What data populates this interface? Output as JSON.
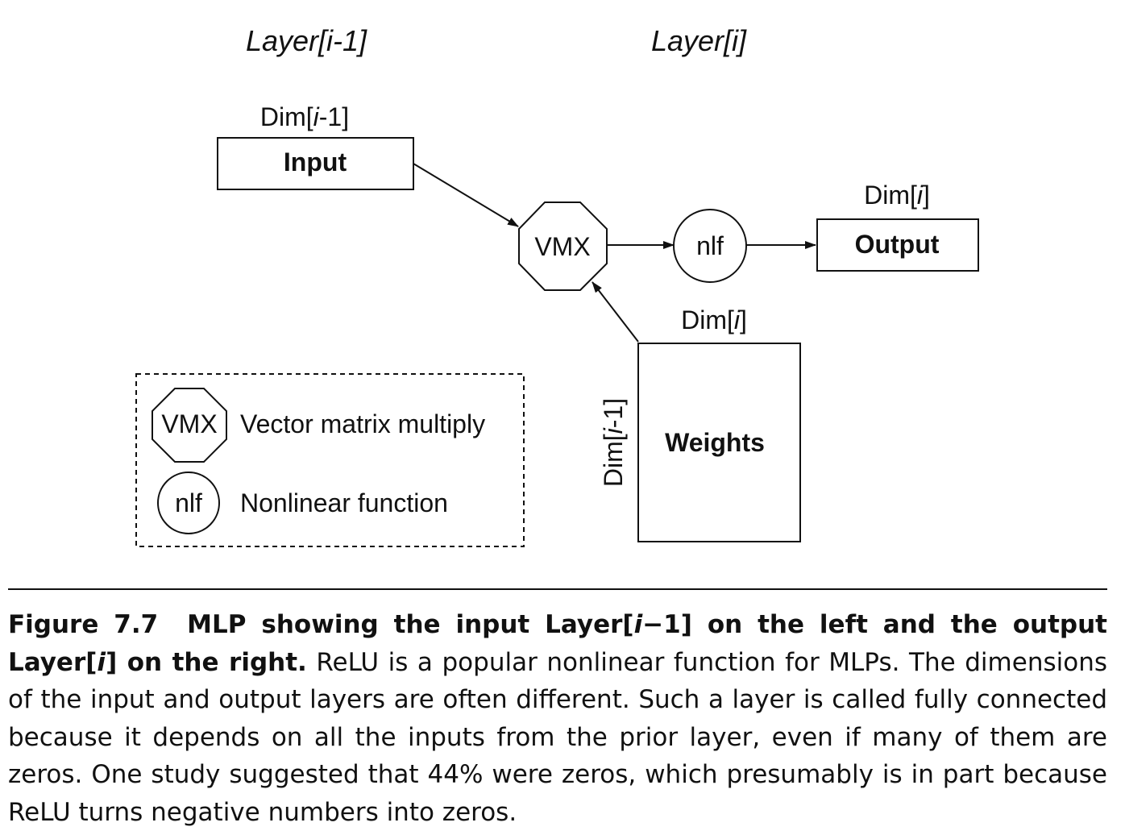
{
  "diagram": {
    "layer_left": "Layer[i-1]",
    "layer_right": "Layer[i]",
    "input": {
      "dim": [
        "Dim[",
        "i",
        "-1]"
      ],
      "label": "Input"
    },
    "vmx": {
      "label": "VMX"
    },
    "nlf": {
      "label": "nlf"
    },
    "output": {
      "dim": [
        "Dim[",
        "i",
        "]"
      ],
      "label": "Output"
    },
    "weights": {
      "dim_top": [
        "Dim[",
        "i",
        "]"
      ],
      "dim_side": [
        "Dim[",
        "i",
        "-1]"
      ],
      "label": "Weights"
    },
    "legend": [
      {
        "symbol": "VMX",
        "text": "Vector matrix multiply"
      },
      {
        "symbol": "nlf",
        "text": "Nonlinear function"
      }
    ]
  },
  "caption": {
    "figure_number": "Figure 7.7",
    "title_parts": [
      "MLP showing the input Layer[",
      "i",
      "−1] on the left and the output Layer[",
      "i",
      "] on the right."
    ],
    "body": "ReLU is a popular nonlinear function for MLPs. The dimensions of the input and output layers are often different. Such a layer is called fully connected because it depends on all the inputs from the prior layer, even if many of them are zeros. One study suggested that 44% were zeros, which presumably is in part because ReLU turns negative numbers into zeros."
  }
}
